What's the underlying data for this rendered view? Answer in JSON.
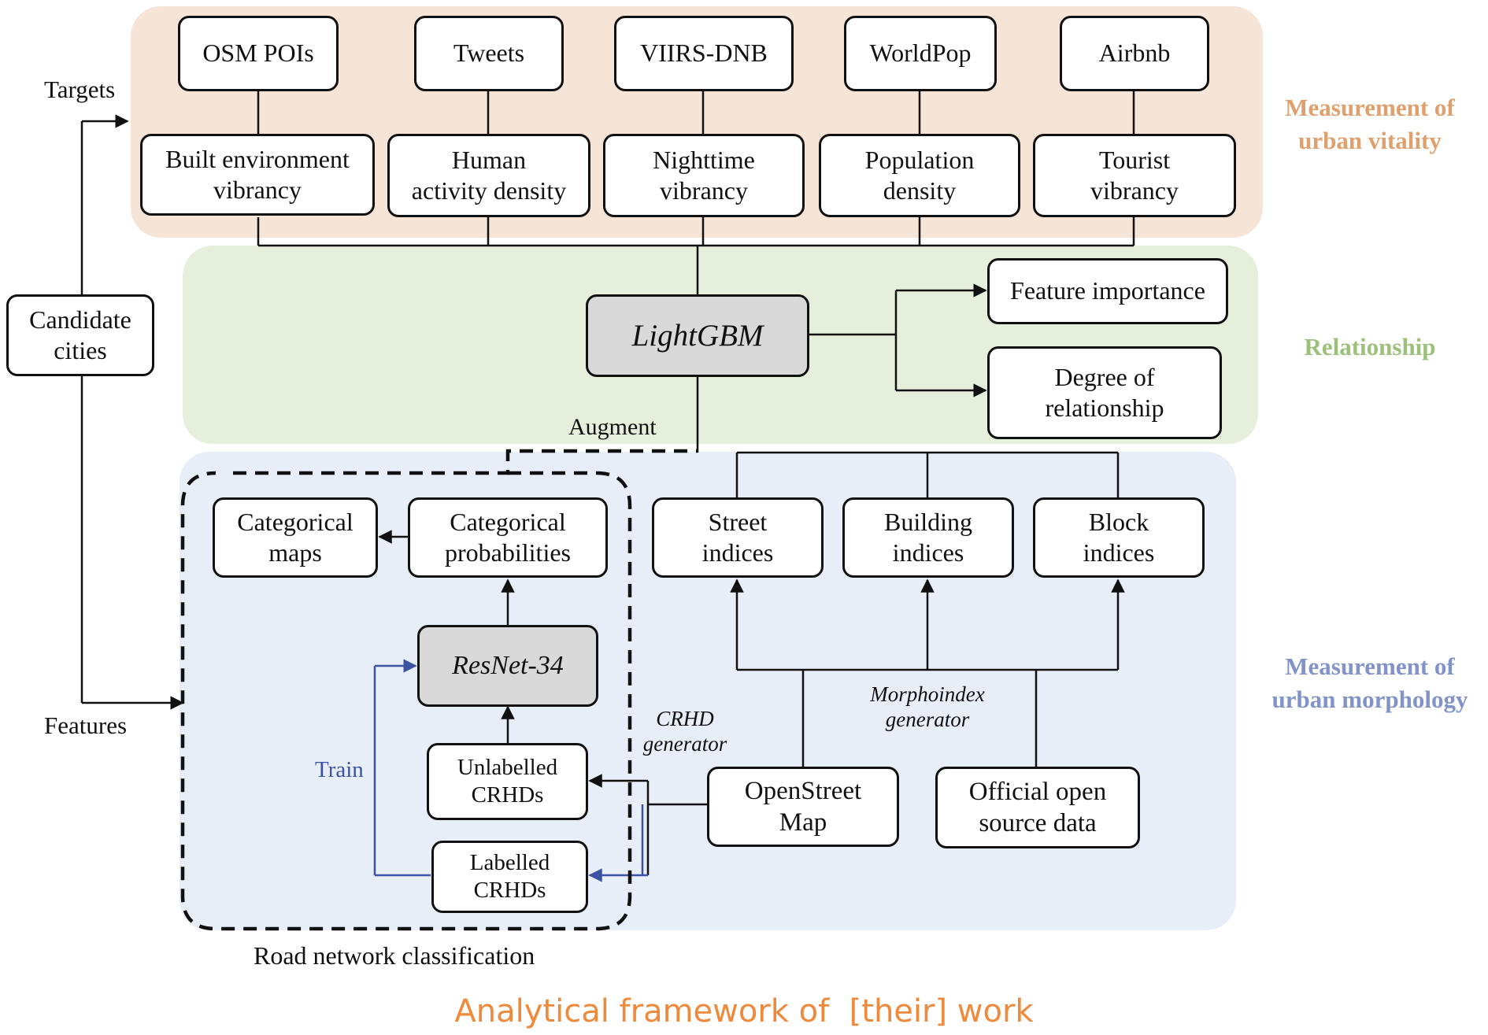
{
  "sections": {
    "vitality": "Measurement of\nurban vitality",
    "relationship": "Relationship",
    "morphology": "Measurement of\nurban morphology"
  },
  "sources": [
    "OSM POIs",
    "Tweets",
    "VIIRS-DNB",
    "WorldPop",
    "Airbnb"
  ],
  "targets": [
    "Built environment\nvibrancy",
    "Human\nactivity density",
    "Nighttime\nvibrancy",
    "Population\ndensity",
    "Tourist\nvibrancy"
  ],
  "model": "LightGBM",
  "outputs": {
    "importance": "Feature importance",
    "degree": "Degree of\nrelationship"
  },
  "left": {
    "targets_label": "Targets",
    "candidate_cities": "Candidate\ncities",
    "features_label": "Features"
  },
  "morphology": {
    "augment": "Augment",
    "categorical_maps": "Categorical\nmaps",
    "categorical_probabilities": "Categorical\nprobabilities",
    "resnet": "ResNet-34",
    "unlabelled": "Unlabelled\nCRHDs",
    "labelled": "Labelled\nCRHDs",
    "train": "Train",
    "street": "Street\nindices",
    "building": "Building\nindices",
    "block": "Block\nindices",
    "crhd_generator": "CRHD\ngenerator",
    "morphoindex_generator": "Morphoindex\ngenerator",
    "osm": "OpenStreet\nMap",
    "official": "Official open\nsource data",
    "road_network": "Road network classification"
  },
  "caption": "Analytical framework of  [their] work",
  "colors": {
    "vitality_bg": "#f6e5d7",
    "vitality_text": "#e0a06e",
    "relationship_bg": "#e6efdc",
    "relationship_text": "#9dc07a",
    "morphology_bg": "#e8eef8",
    "morphology_text": "#8193c9",
    "train_blue": "#3c53a4",
    "caption": "#ef8a3c"
  }
}
